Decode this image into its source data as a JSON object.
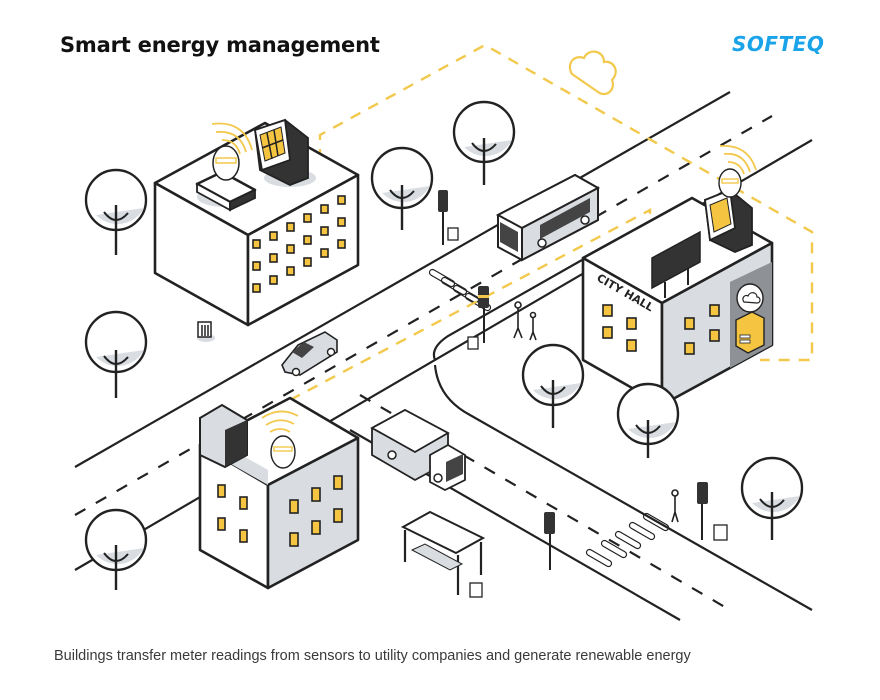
{
  "header": {
    "title": "Smart energy management",
    "logo": "SOFTEQ"
  },
  "illustration": {
    "city_hall_sign": "CITY HALL",
    "elements": [
      "office-building",
      "solar-panel",
      "smart-meter",
      "wifi-signal",
      "cloud-icon",
      "city-hall-building",
      "billboard",
      "charging-station",
      "residential-building",
      "bus",
      "car",
      "garbage-truck",
      "bus-stop",
      "traffic-light",
      "trash-bin",
      "tree",
      "pedestrian",
      "crosswalk",
      "road",
      "data-connection-line"
    ],
    "colors": {
      "accent_yellow": "#f2c94c",
      "window_yellow": "#f5c542",
      "outline": "#222222",
      "shade_gray": "#d9dde2",
      "logo_blue": "#1aa3e8"
    }
  },
  "footer": {
    "caption": "Buildings transfer meter readings from sensors to utility companies and generate renewable energy"
  }
}
